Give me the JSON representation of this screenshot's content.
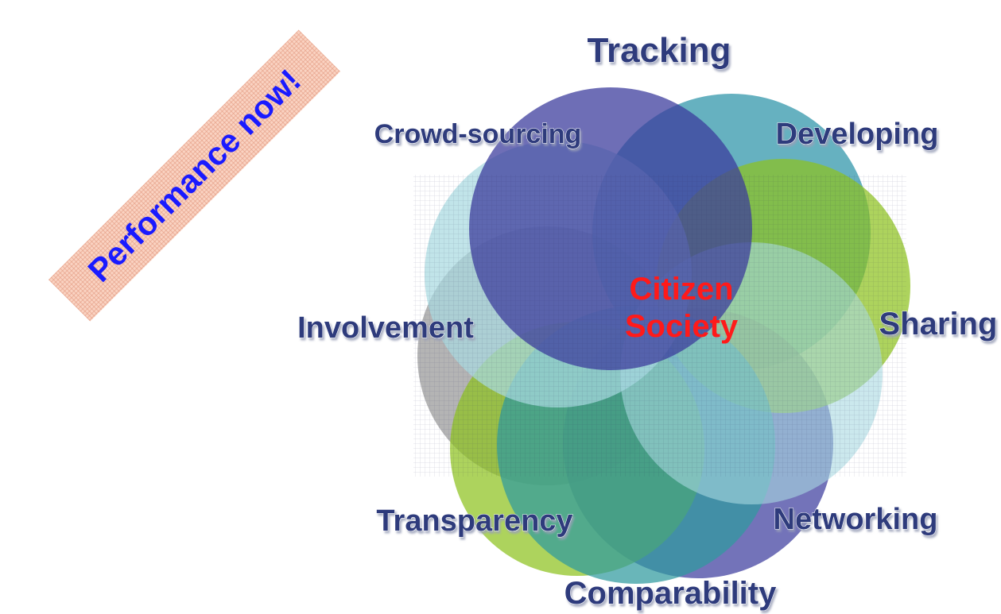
{
  "banner": {
    "text": "Performance now!"
  },
  "center": {
    "line1": "Citizen",
    "line2": "Society"
  },
  "labels": {
    "tracking": "Tracking",
    "developing": "Developing",
    "sharing": "Sharing",
    "networking": "Networking",
    "comparability": "Comparability",
    "transparency": "Transparency",
    "involvement": "Involvement",
    "crowdsourcing": "Crowd-sourcing"
  },
  "colors": {
    "circles": [
      "#3c3c9c",
      "#2b93a8",
      "#5cae2e",
      "#8dc21f",
      "#979797",
      "#a9d9e1",
      "#2f9a9e",
      "#3d3d9e"
    ],
    "center_text": "#ff1a1a",
    "label_text": "#2e3b7c",
    "banner_text": "#1a1aff",
    "banner_bg": "#fad3c2"
  }
}
